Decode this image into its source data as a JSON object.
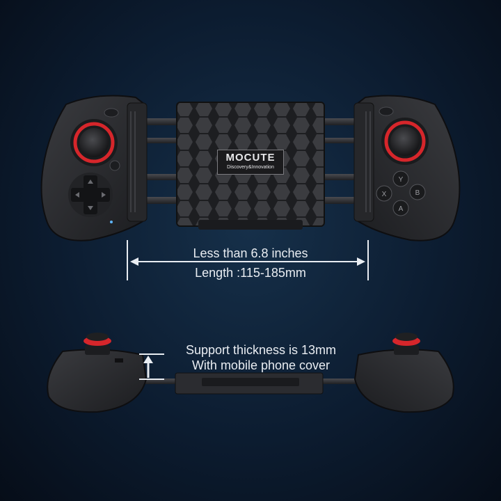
{
  "brand": {
    "logo": "MOCUTE",
    "tagline": "Discovery&Innovation"
  },
  "dimensions": {
    "length_line1": "Less than 6.8 inches",
    "length_line2": "Length :115-185mm",
    "thickness_line1": "Support thickness is 13mm",
    "thickness_line2": "With mobile phone cover"
  },
  "face_buttons": [
    "Y",
    "X",
    "B",
    "A"
  ],
  "colors": {
    "background": "#0c1c30",
    "controller_body": "#2a2b2e",
    "stick_ring": "#d6262b",
    "caption_text": "#e9edf2"
  }
}
